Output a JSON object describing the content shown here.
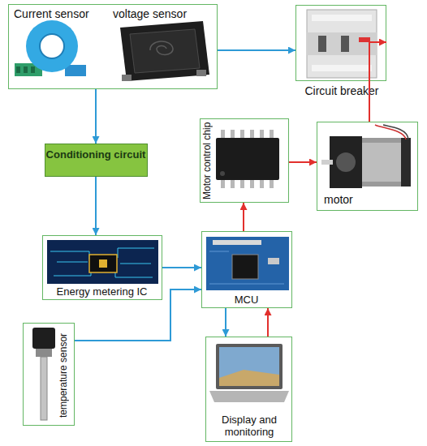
{
  "diagram": {
    "nodes": [
      {
        "text": [
          "Current sensor",
          "voltage sensor"
        ]
      },
      {
        "text": [
          "Circuit breaker"
        ]
      },
      {
        "text": [
          "Conditioning circuit"
        ]
      },
      {
        "text": [
          "Motor control chip"
        ]
      },
      {
        "text": [
          "motor"
        ]
      },
      {
        "text": [
          "Energy metering IC"
        ]
      },
      {
        "text": [
          "MCU"
        ]
      },
      {
        "text": [
          "temperature sensor"
        ]
      },
      {
        "text": [
          "Display and monitoring"
        ]
      }
    ],
    "edges": [
      {
        "from": 0,
        "to": 2,
        "arrow": "to"
      },
      {
        "from": 0,
        "to": 1,
        "arrow": "to"
      },
      {
        "from": 2,
        "to": 5,
        "arrow": "to"
      },
      {
        "from": 5,
        "to": 6,
        "arrow": "to"
      },
      {
        "from": 7,
        "to": 6,
        "arrow": "to"
      },
      {
        "from": 6,
        "to": 8,
        "arrow": "to"
      },
      {
        "from": 8,
        "to": 6,
        "arrow": "to"
      },
      {
        "from": 6,
        "to": 3,
        "arrow": "to"
      },
      {
        "from": 3,
        "to": 4,
        "arrow": "to"
      },
      {
        "from": 4,
        "to": 1,
        "arrow": "to"
      }
    ]
  }
}
